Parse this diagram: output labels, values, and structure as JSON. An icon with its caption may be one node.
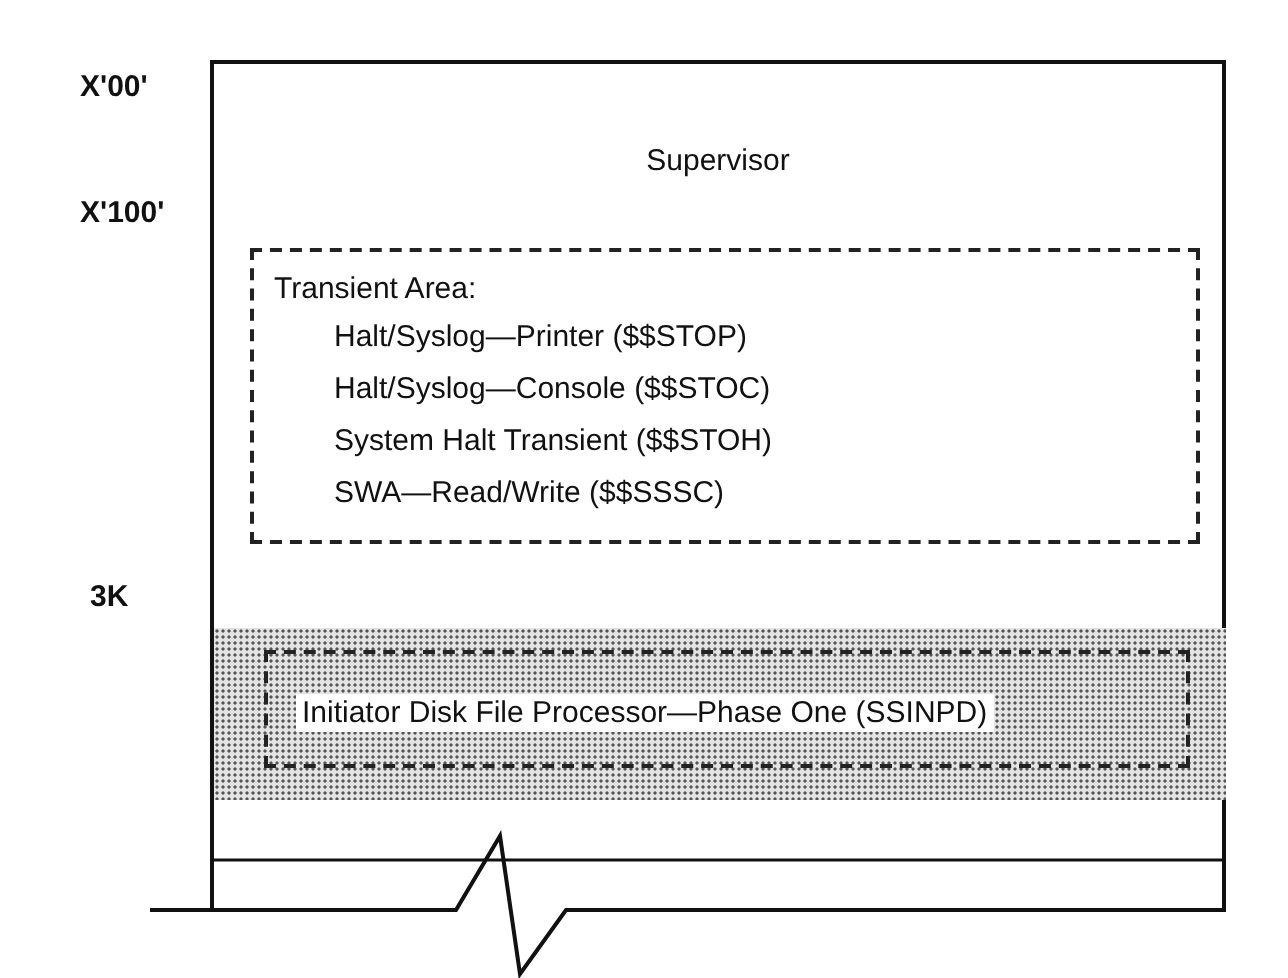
{
  "diagram": {
    "nodes": [
      {
        "text": [
          "Supervisor"
        ]
      },
      {
        "text": [
          "Transient Area:",
          "Halt/Syslog—Printer ($$STOP)",
          "Halt/Syslog—Console ($$STOC)",
          "System Halt Transient ($$STOH)",
          "SWA—Read/Write ($$SSSC)"
        ],
        "in": 0
      },
      {
        "text": [],
        "shape": "box",
        "in": 0
      },
      {
        "text": [
          "Initiator Disk File Processor—Phase One (SSINPD)"
        ],
        "in": 2
      }
    ],
    "edges": [],
    "labels": [
      "X'00'",
      "X'100'",
      "3K"
    ]
  }
}
